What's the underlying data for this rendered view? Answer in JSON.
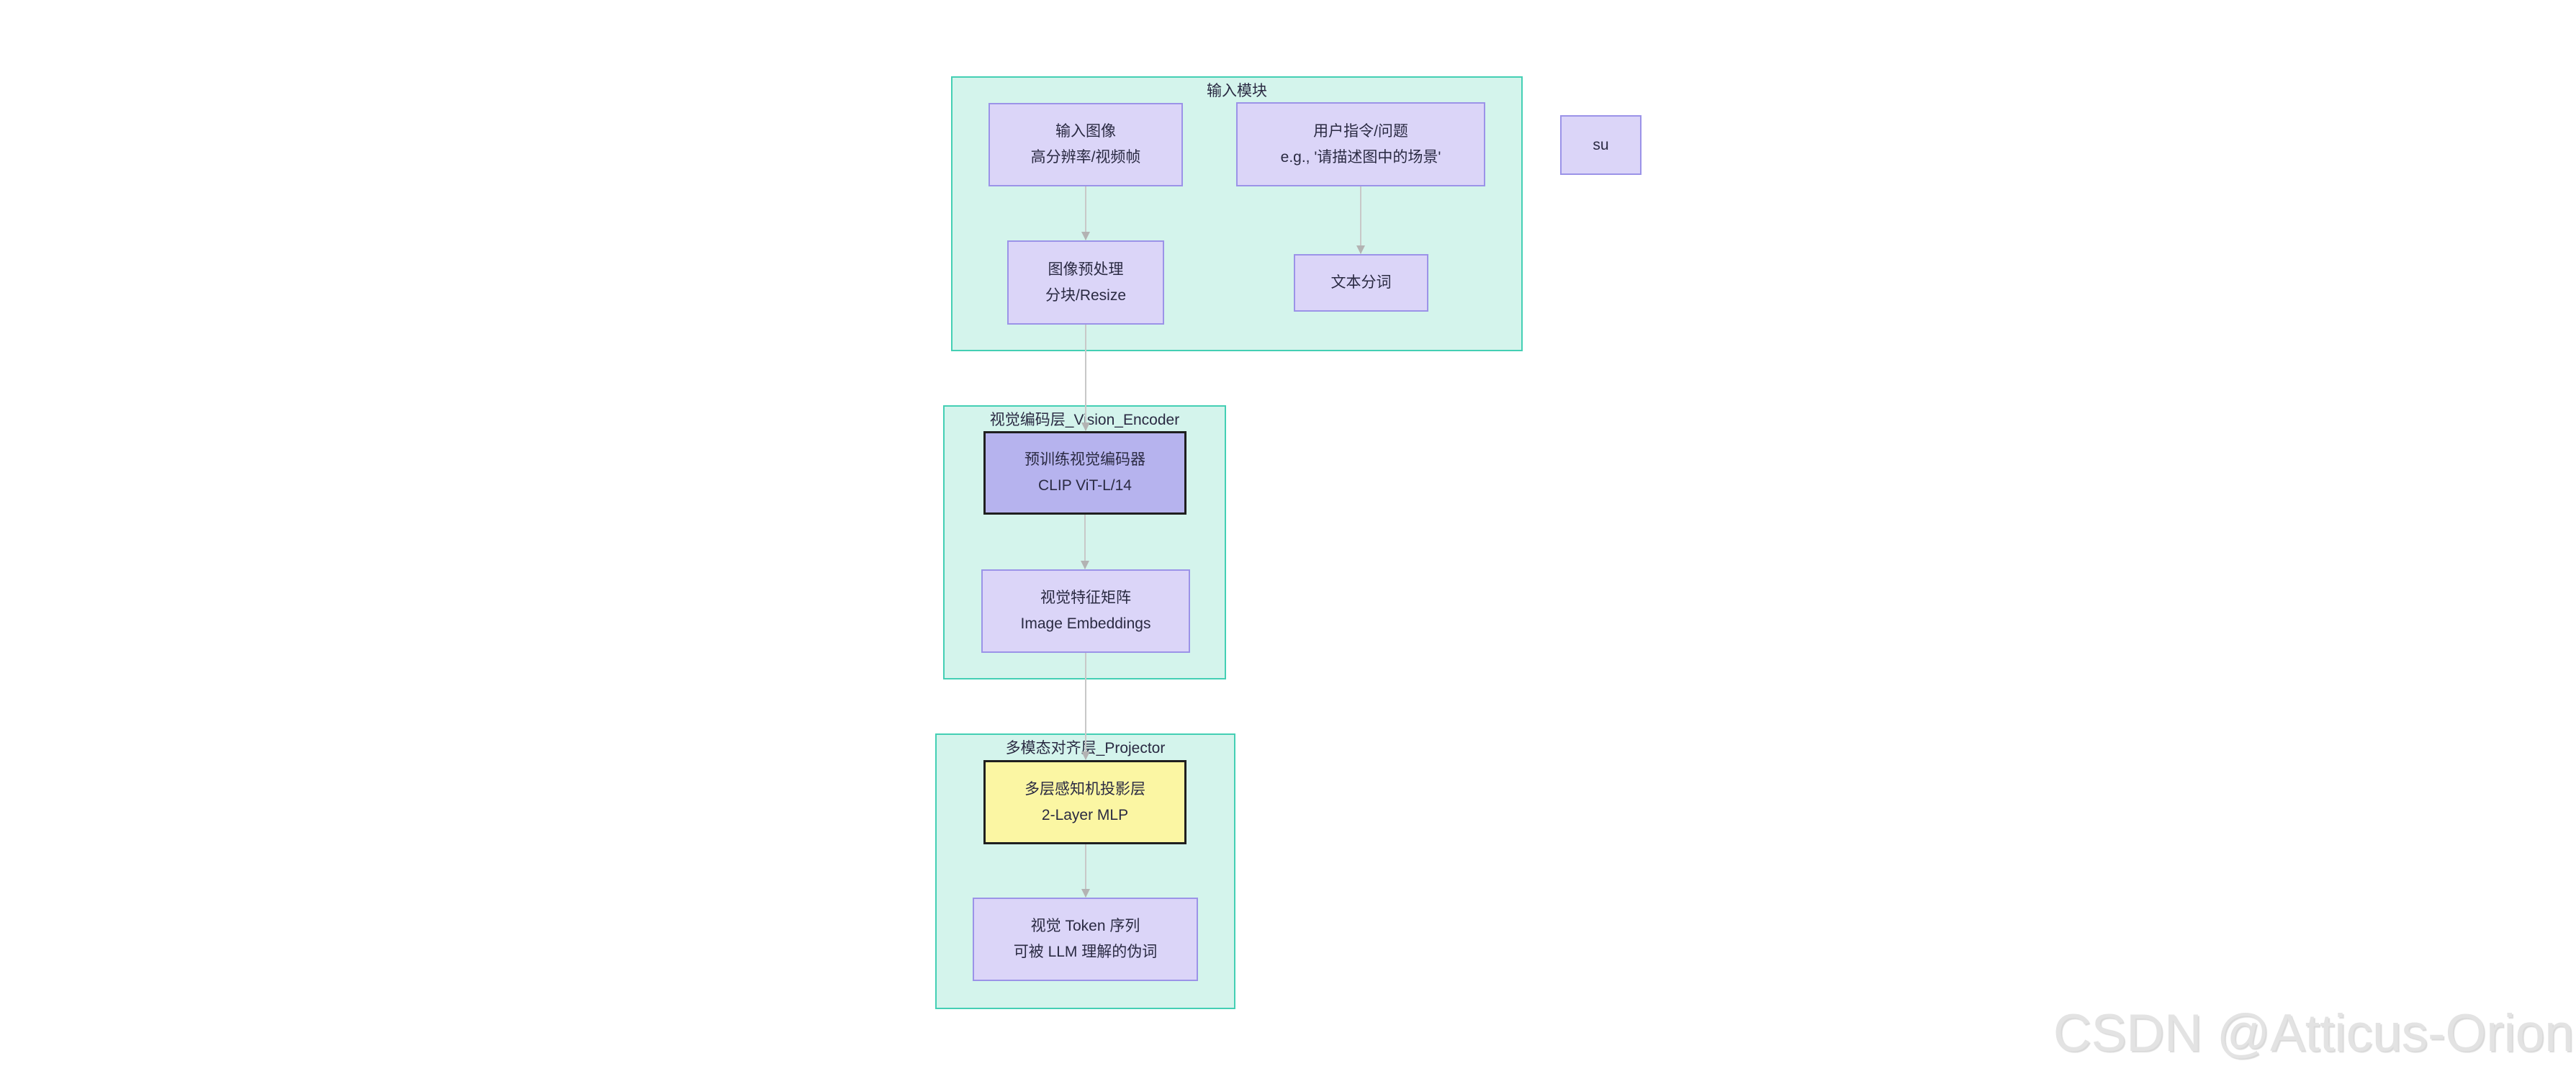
{
  "watermark": {
    "text": "CSDN @Atticus-Orion",
    "color": "#e3e3e3"
  },
  "colors": {
    "page_background": "#ffffff",
    "cluster_fill": "#d4f4ec",
    "cluster_border": "#44cfb4",
    "node_fill": "#dbd5f8",
    "node_border": "#9b93e8",
    "encoder_node_fill": "#b6b3ee",
    "mlp_node_fill": "#fbf6a3",
    "emphasis_border": "#1f1f1f",
    "edge_line": "#c8c8c8",
    "edge_arrowhead": "#b3b3b3",
    "text": "#2a2a42"
  },
  "clusters": {
    "input": {
      "title": "输入模块"
    },
    "vision": {
      "title": "视觉编码层_Vision_Encoder"
    },
    "projector": {
      "title": "多模态对齐层_Projector"
    }
  },
  "nodes": {
    "input_image": {
      "line1": "输入图像",
      "line2": "高分辨率/视频帧"
    },
    "user_instruction": {
      "line1": "用户指令/问题",
      "line2": "e.g., '请描述图中的场景'"
    },
    "image_preprocess": {
      "line1": "图像预处理",
      "line2": "分块/Resize"
    },
    "text_tokenize": {
      "line1": "文本分词"
    },
    "su": {
      "line1": "su"
    },
    "pretrained_encoder": {
      "line1": "预训练视觉编码器",
      "line2": "CLIP ViT-L/14"
    },
    "image_embeddings": {
      "line1": "视觉特征矩阵",
      "line2": "Image Embeddings"
    },
    "mlp_projector": {
      "line1": "多层感知机投影层",
      "line2": "2-Layer MLP"
    },
    "visual_tokens": {
      "line1": "视觉 Token 序列",
      "line2": "可被 LLM 理解的伪词"
    }
  }
}
